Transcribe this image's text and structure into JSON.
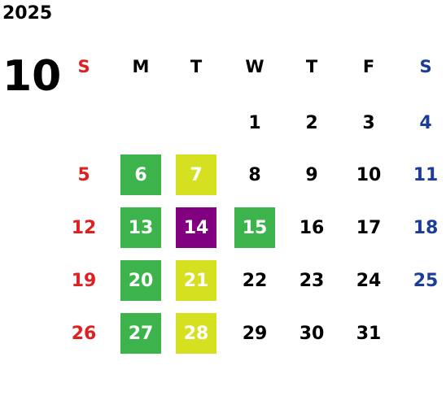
{
  "year": "2025",
  "month": "10",
  "weekdays": [
    "S",
    "M",
    "T",
    "W",
    "T",
    "F",
    "S"
  ],
  "colors": {
    "sunday": "#e02020",
    "saturday": "#1a3d99",
    "weekday": "#000000",
    "green": "#3cb44b",
    "yellow": "#d4e020",
    "purple": "#800080",
    "highlight_text": "#ffffff"
  },
  "weeks": [
    [
      null,
      null,
      null,
      "1",
      "2",
      "3",
      "4"
    ],
    [
      "5",
      "6",
      "7",
      "8",
      "9",
      "10",
      "11"
    ],
    [
      "12",
      "13",
      "14",
      "15",
      "16",
      "17",
      "18"
    ],
    [
      "19",
      "20",
      "21",
      "22",
      "23",
      "24",
      "25"
    ],
    [
      "26",
      "27",
      "28",
      "29",
      "30",
      "31",
      null
    ]
  ],
  "highlights": {
    "6": "green",
    "13": "green",
    "15": "green",
    "20": "green",
    "27": "green",
    "7": "yellow",
    "21": "yellow",
    "28": "yellow",
    "14": "purple"
  }
}
